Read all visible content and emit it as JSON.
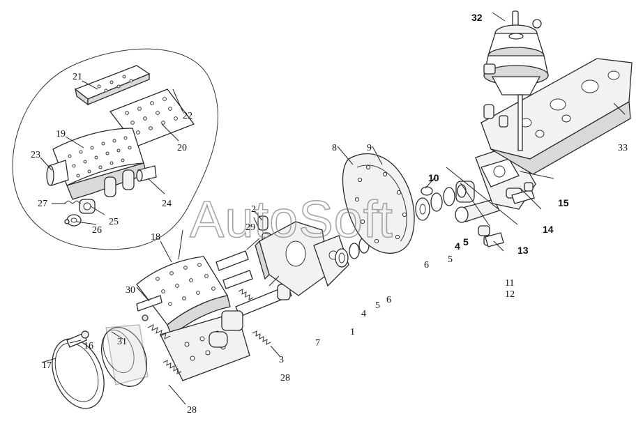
{
  "watermark": "AutoSoft",
  "callouts": [
    {
      "id": "c1",
      "text": "1"
    },
    {
      "id": "c2",
      "text": "2"
    },
    {
      "id": "c3",
      "text": "3"
    },
    {
      "id": "c4a",
      "text": "4"
    },
    {
      "id": "c4b",
      "text": "4"
    },
    {
      "id": "c5a",
      "text": "5"
    },
    {
      "id": "c5b",
      "text": "5"
    },
    {
      "id": "c5c",
      "text": "5"
    },
    {
      "id": "c6a",
      "text": "6"
    },
    {
      "id": "c6b",
      "text": "6"
    },
    {
      "id": "c7",
      "text": "7"
    },
    {
      "id": "c8",
      "text": "8"
    },
    {
      "id": "c9",
      "text": "9"
    },
    {
      "id": "c10",
      "text": "10"
    },
    {
      "id": "c11",
      "text": "11"
    },
    {
      "id": "c12",
      "text": "12"
    },
    {
      "id": "c13",
      "text": "13"
    },
    {
      "id": "c14",
      "text": "14"
    },
    {
      "id": "c15",
      "text": "15"
    },
    {
      "id": "c16",
      "text": "16"
    },
    {
      "id": "c17",
      "text": "17"
    },
    {
      "id": "c18",
      "text": "18"
    },
    {
      "id": "c19",
      "text": "19"
    },
    {
      "id": "c20",
      "text": "20"
    },
    {
      "id": "c21",
      "text": "21"
    },
    {
      "id": "c22",
      "text": "22"
    },
    {
      "id": "c23",
      "text": "23"
    },
    {
      "id": "c24",
      "text": "24"
    },
    {
      "id": "c25",
      "text": "25"
    },
    {
      "id": "c26",
      "text": "26"
    },
    {
      "id": "c27",
      "text": "27"
    },
    {
      "id": "c28a",
      "text": "28"
    },
    {
      "id": "c28b",
      "text": "28"
    },
    {
      "id": "c29",
      "text": "29"
    },
    {
      "id": "c30",
      "text": "30"
    },
    {
      "id": "c31",
      "text": "31"
    },
    {
      "id": "c32",
      "text": "32"
    },
    {
      "id": "c33",
      "text": "33"
    }
  ]
}
